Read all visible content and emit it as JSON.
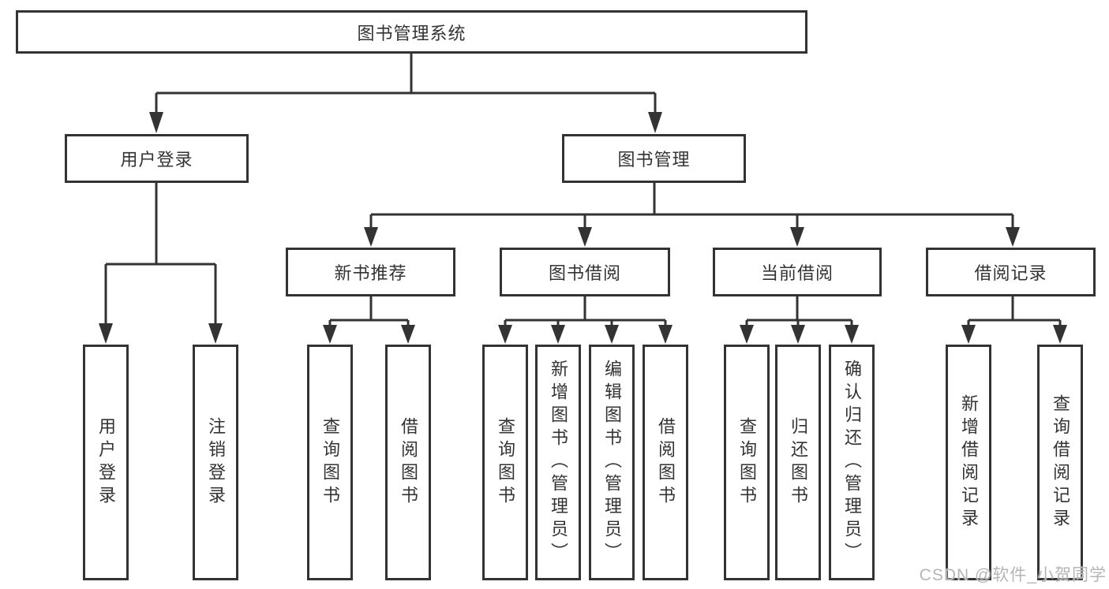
{
  "diagram_title": "图书管理系统",
  "tree": {
    "label": "图书管理系统",
    "children": [
      {
        "label": "用户登录",
        "children": [
          {
            "label": "用户登录"
          },
          {
            "label": "注销登录"
          }
        ]
      },
      {
        "label": "图书管理",
        "children": [
          {
            "label": "新书推荐",
            "children": [
              {
                "label": "查询图书"
              },
              {
                "label": "借阅图书"
              }
            ]
          },
          {
            "label": "图书借阅",
            "children": [
              {
                "label": "查询图书"
              },
              {
                "label": "新增图书（管理员）"
              },
              {
                "label": "编辑图书（管理员）"
              },
              {
                "label": "借阅图书"
              }
            ]
          },
          {
            "label": "当前借阅",
            "children": [
              {
                "label": "查询图书"
              },
              {
                "label": "归还图书"
              },
              {
                "label": "确认归还（管理员）"
              }
            ]
          },
          {
            "label": "借阅记录",
            "children": [
              {
                "label": "新增借阅记录"
              },
              {
                "label": "查询借阅记录"
              }
            ]
          }
        ]
      }
    ]
  },
  "watermark": {
    "text": "CSDN @软件_小贺同学",
    "color": "#b5b5b5"
  },
  "colors": {
    "line": "#333333",
    "box_border": "#333333",
    "box_background": "#ffffff",
    "text": "#333333",
    "page_background": "#ffffff"
  }
}
